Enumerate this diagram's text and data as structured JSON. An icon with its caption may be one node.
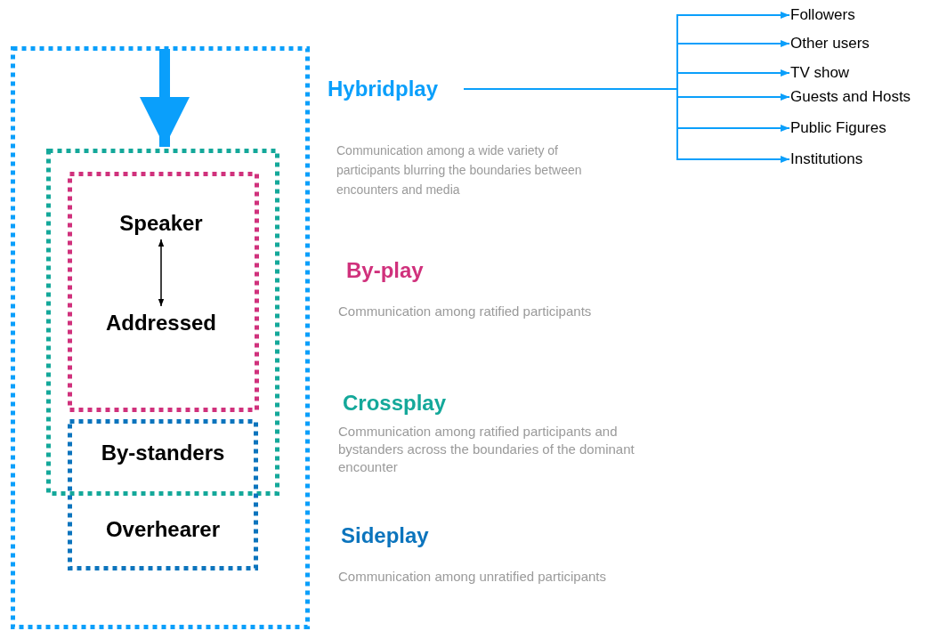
{
  "diagram": {
    "nodes": [
      {
        "text": [],
        "shape": "box"
      },
      {
        "text": [],
        "shape": "box",
        "in": 0
      },
      {
        "text": [],
        "shape": "box",
        "in": 1
      },
      {
        "text": [
          "Speaker"
        ],
        "in": 2
      },
      {
        "text": [
          "Addressed"
        ],
        "in": 2
      },
      {
        "text": [],
        "shape": "box",
        "in": 0
      },
      {
        "text": [
          "By-standers"
        ]
      },
      {
        "text": [
          "Overhearer"
        ],
        "in": 5
      },
      {
        "text": [
          "Hybridplay"
        ],
        "beside": [
          "Communication among a wide variety of participants blurring the boundaries between encounters and media"
        ]
      },
      {
        "text": [
          "Followers"
        ]
      },
      {
        "text": [
          "Other users"
        ]
      },
      {
        "text": [
          "TV show"
        ]
      },
      {
        "text": [
          "Guests and Hosts"
        ]
      },
      {
        "text": [
          "Public Figures"
        ]
      },
      {
        "text": [
          "Institutions"
        ]
      }
    ],
    "edges": [
      {
        "from": 3,
        "to": 4,
        "arrow": "both",
        "color": "#000000"
      },
      {
        "from": null,
        "to": 1,
        "arrow": "to",
        "style": "thick",
        "color": "#0a9ffb"
      },
      {
        "from": 8,
        "to": 9,
        "arrow": "to",
        "color": "#0a9ffb"
      },
      {
        "from": 8,
        "to": 10,
        "arrow": "to",
        "color": "#0a9ffb"
      },
      {
        "from": 8,
        "to": 11,
        "arrow": "to",
        "color": "#0a9ffb"
      },
      {
        "from": 8,
        "to": 12,
        "arrow": "to",
        "color": "#0a9ffb"
      },
      {
        "from": 8,
        "to": 13,
        "arrow": "to",
        "color": "#0a9ffb"
      },
      {
        "from": 8,
        "to": 14,
        "arrow": "to",
        "color": "#0a9ffb"
      }
    ],
    "labels": [
      "By-play",
      "Communication among ratified participants",
      "Crossplay",
      "Communication among ratified participants and bystanders across the boundaries of the dominant encounter",
      "Sideplay",
      "Communication among unratified participants"
    ]
  }
}
